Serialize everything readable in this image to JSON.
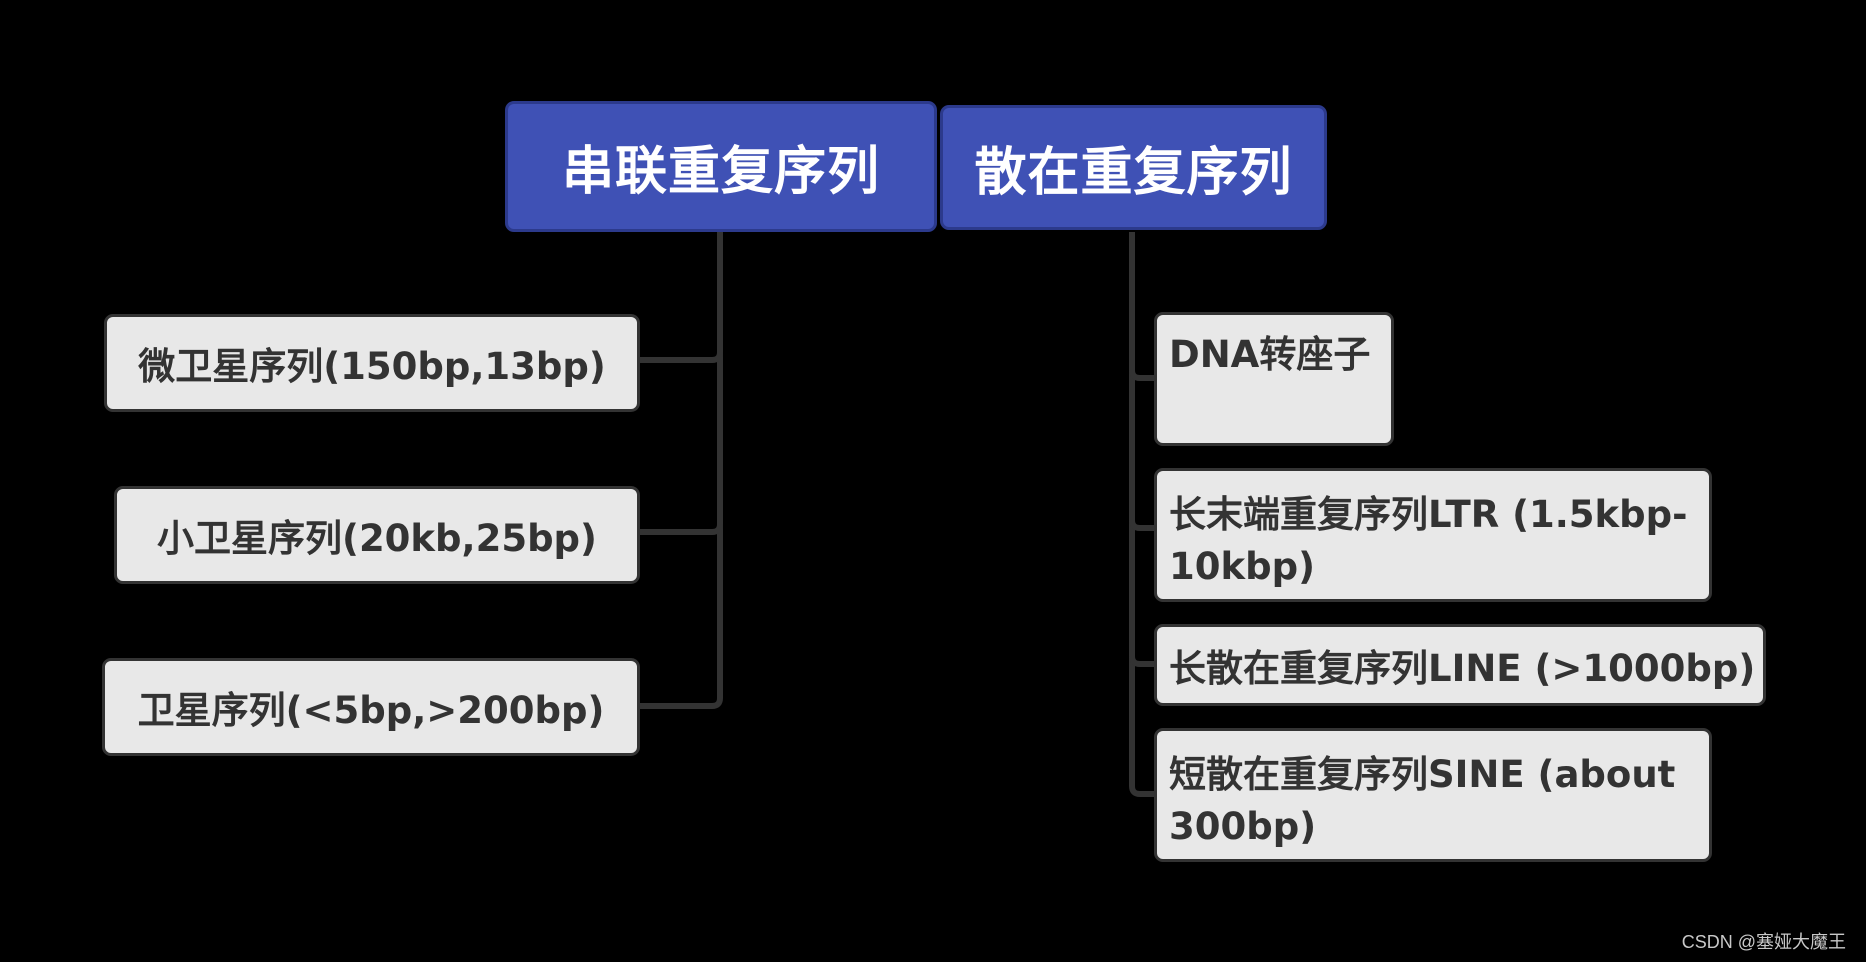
{
  "colors": {
    "background": "#000000",
    "root_fill": "#3f51b5",
    "leaf_fill": "#e8e8e8",
    "connector": "#333333",
    "text_dark": "#333333"
  },
  "tandem": {
    "title": "串联重复序列",
    "children": [
      "微卫星序列(150bp,13bp)",
      "小卫星序列(20kb,25bp)",
      "卫星序列(<5bp,>200bp)"
    ]
  },
  "interspersed": {
    "title": "散在重复序列",
    "children": [
      "DNA转座子",
      "长末端重复序列LTR (1.5kbp-10kbp)",
      "长散在重复序列LINE (>1000bp)",
      "短散在重复序列SINE (about 300bp)"
    ]
  },
  "watermark": "CSDN @塞娅大魔王"
}
